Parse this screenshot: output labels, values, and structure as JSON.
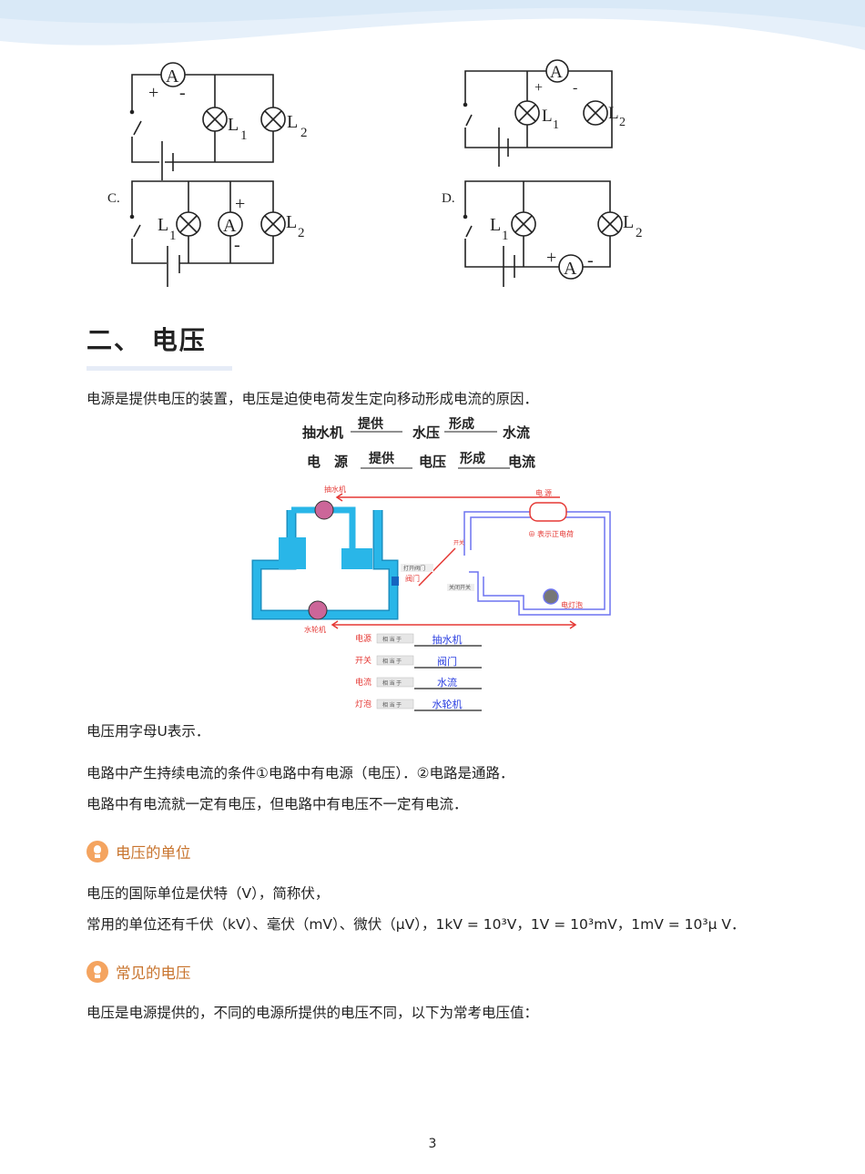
{
  "circuits": {
    "ammeter": "A",
    "plus": "+",
    "minus": "-",
    "lamp1": "L",
    "lamp2": "L",
    "sub1": "1",
    "sub2": "2",
    "option_c": "C.",
    "option_d": "D."
  },
  "section": {
    "heading": "二、 电压",
    "intro": "电源是提供电压的装置，电压是迫使电荷发生定向移动形成电流的原因．",
    "analogy": {
      "row1": [
        "抽水机",
        "提供",
        "水压",
        "形成",
        "水流"
      ],
      "row2": [
        "电　源",
        "提供",
        "电压",
        "形成",
        "电流"
      ],
      "diagram_labels": {
        "pump": "抽水机",
        "source": "电 源",
        "positive_charge": "⊕ 表示正电荷",
        "switch": "开关",
        "open_valve": "打开阀门",
        "valve": "阀门",
        "close_switch": "关闭开关",
        "lamp": "电灯泡",
        "turbine": "水轮机"
      },
      "mapping": [
        {
          "left": "电源",
          "mid": "相 当 于",
          "right": "抽水机"
        },
        {
          "left": "开关",
          "mid": "相 当 于",
          "right": "阀门"
        },
        {
          "left": "电流",
          "mid": "相 当 于",
          "right": "水流"
        },
        {
          "left": "灯泡",
          "mid": "相 当 于",
          "right": "水轮机"
        }
      ]
    },
    "symbol_text": "电压用字母U表示．",
    "condition_text": "电路中产生持续电流的条件①电路中有电源（电压）．②电路是通路．",
    "relation_text": "电路中有电流就一定有电压，但电路中有电压不一定有电流．"
  },
  "unit_section": {
    "title": "电压的单位",
    "line1": "电压的国际单位是伏特（V），简称伏，",
    "line2": "常用的单位还有千伏（kV）、毫伏（mV）、微伏（μV），1kV = 10³V，1V = 10³mV，1mV = 10³μ V．"
  },
  "common_section": {
    "title": "常见的电压",
    "line1": "电压是电源提供的，不同的电源所提供的电压不同，以下为常考电压值："
  },
  "page_number": "3",
  "colors": {
    "accent": "#c8742e",
    "water": "#29b6e8",
    "red": "#e53935",
    "blue": "#5c6bf0"
  }
}
